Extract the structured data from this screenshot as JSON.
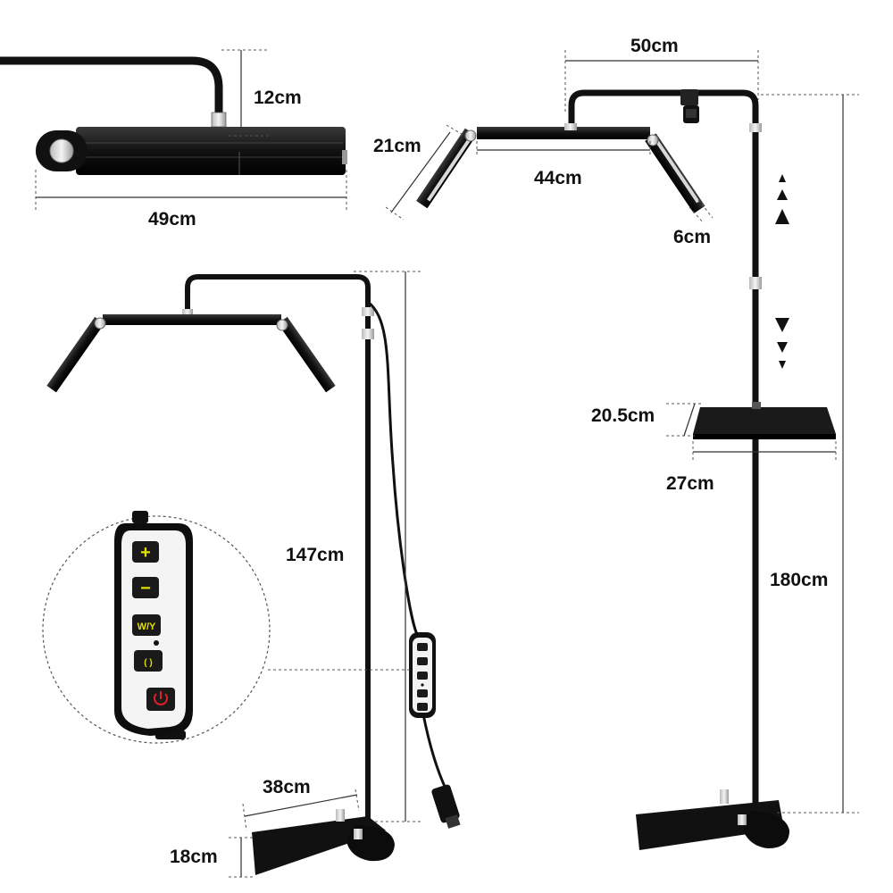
{
  "dimensions": {
    "top_left_height": "12cm",
    "top_left_width": "49cm",
    "arm_span": "50cm",
    "side_panel": "21cm",
    "center_panel": "44cm",
    "panel_depth": "6cm",
    "tray_depth": "20.5cm",
    "tray_width": "27cm",
    "total_height": "180cm",
    "stand_height": "147cm",
    "base_width": "38cm",
    "base_depth": "18cm"
  },
  "controller": {
    "plus_label": "+",
    "minus_label": "−",
    "color_label": "W/Y",
    "timer_label": "( )",
    "accent_color": "#e4e000",
    "power_color": "#e0202a"
  },
  "icons": {
    "up_arrows": "triangle-up-icon",
    "down_arrows": "triangle-down-icon",
    "power": "power-icon"
  }
}
